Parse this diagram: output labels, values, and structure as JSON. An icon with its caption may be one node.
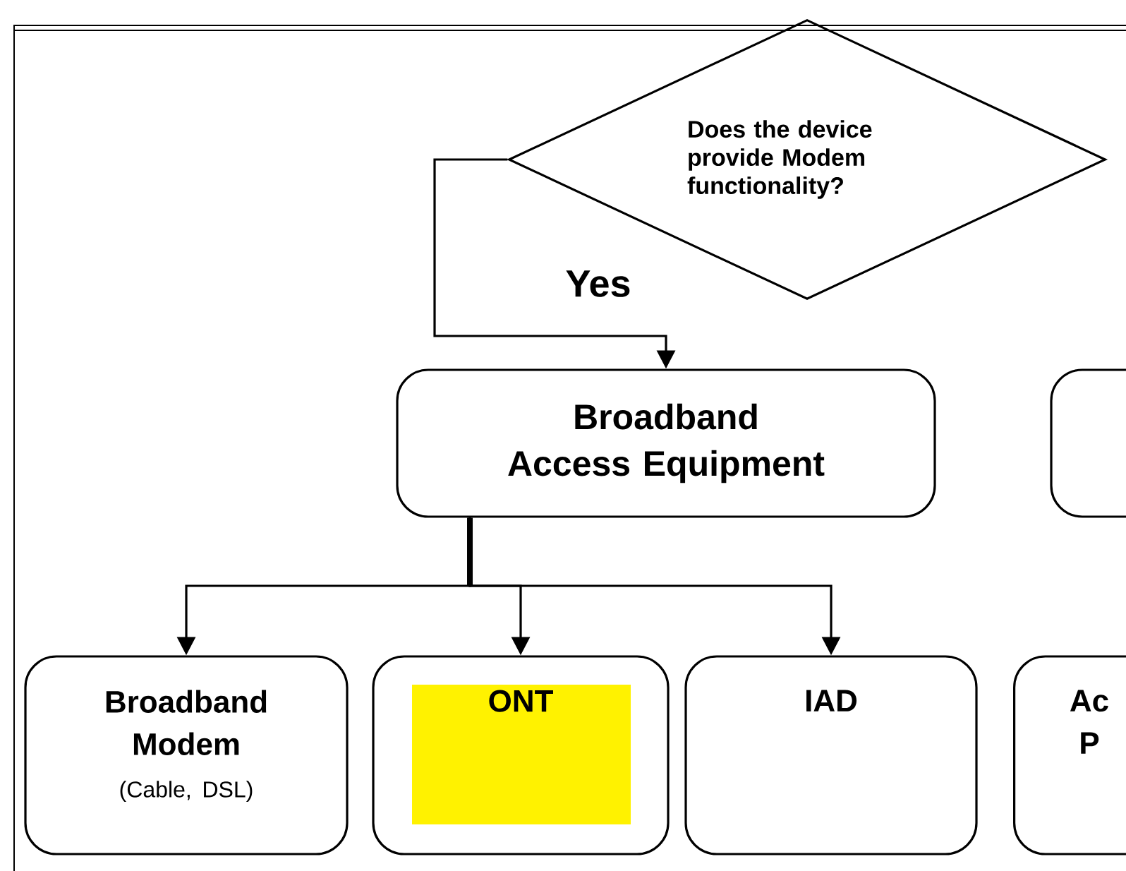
{
  "diagram": {
    "nodes": [
      {
        "text": [
          "Does the device provide Modem functionality?"
        ]
      },
      {
        "text": [
          "Broadband Access Equipment"
        ]
      },
      {
        "text": [],
        "shape": "box"
      },
      {
        "text": [
          "Broadband Modem",
          "(Cable, DSL)"
        ]
      },
      {
        "text": [
          "ONT"
        ]
      },
      {
        "text": [
          "IAD"
        ]
      },
      {
        "text": [
          "Ac P"
        ]
      }
    ],
    "edges": [
      {
        "from": 0,
        "to": 1,
        "arrow": "to",
        "label": "Yes"
      },
      {
        "from": 1,
        "to": 3,
        "arrow": "to"
      },
      {
        "from": 1,
        "to": 4,
        "arrow": "to"
      },
      {
        "from": 1,
        "to": 5,
        "arrow": "to"
      }
    ]
  }
}
